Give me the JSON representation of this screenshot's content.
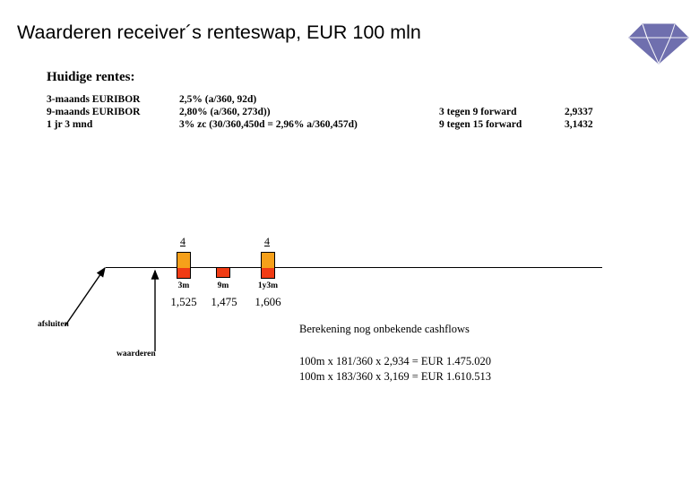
{
  "slide": {
    "title": "Waarderen receiver´s renteswap, EUR 100 mln",
    "logo_name": "diamond-logo",
    "logo_color": "#6F6FAE"
  },
  "rates": {
    "heading": "Huidige rentes:",
    "rows": [
      {
        "term": "3-maands EURIBOR",
        "value": "2,5% (a/360, 92d)",
        "forward_label": "",
        "forward_value": ""
      },
      {
        "term": "9-maands EURIBOR",
        "value": "2,80% (a/360, 273d))",
        "forward_label": "3 tegen 9 forward",
        "forward_value": "2,9337"
      },
      {
        "term": "1 jr 3 mnd",
        "value": "3% zc (30/360,450d = 2,96% a/360,457d)",
        "forward_label": "9 tegen 15 forward",
        "forward_value": "3,1432"
      }
    ]
  },
  "diagram": {
    "colors": {
      "bar_up": "#F6A01A",
      "bar_down": "#F03B14",
      "line": "#000000"
    },
    "annotations": [
      {
        "name": "afsluiten",
        "label": "afsluiten"
      },
      {
        "name": "waarderen",
        "label": "waarderen"
      }
    ],
    "cashflows": [
      {
        "tenor": "3m",
        "amount_above": "4",
        "value_below": "1,525",
        "has_up": true,
        "has_down": true
      },
      {
        "tenor": "9m",
        "amount_above": "",
        "value_below": "1,475",
        "has_up": false,
        "has_down": true
      },
      {
        "tenor": "1y3m",
        "amount_above": "4",
        "value_below": "1,606",
        "has_up": true,
        "has_down": true
      }
    ]
  },
  "calculation": {
    "heading": "Berekening nog onbekende cashflows",
    "lines": [
      "100m x 181/360 x 2,934 = EUR 1.475.020",
      "100m x 183/360 x 3,169 = EUR 1.610.513"
    ]
  }
}
